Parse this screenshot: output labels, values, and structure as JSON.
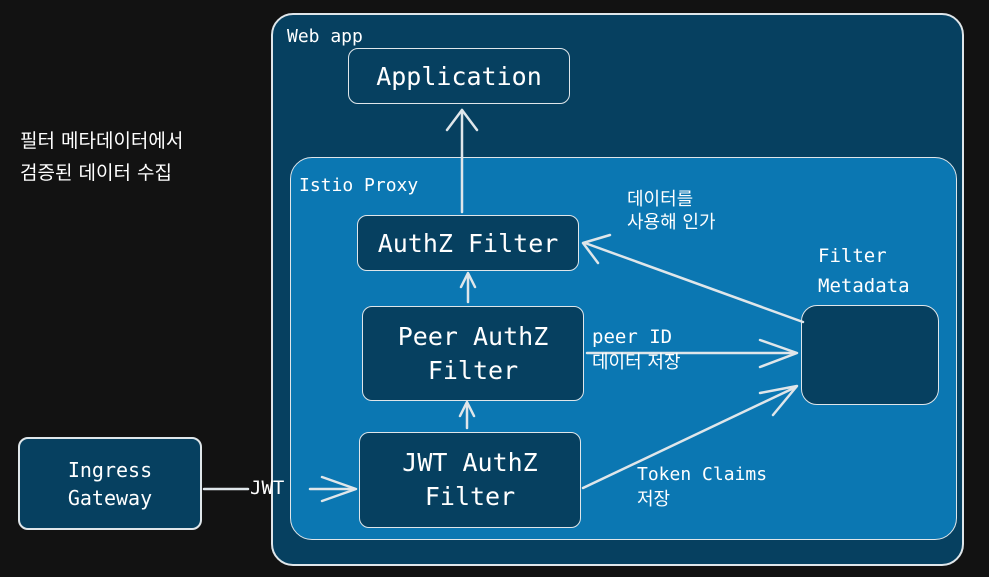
{
  "side_note": [
    "필터 메타데이터에서",
    "검증된 데이터 수집"
  ],
  "groups": {
    "web_app": "Web app",
    "istio_proxy": "Istio Proxy"
  },
  "nodes": {
    "application": "Application",
    "authz_filter": "AuthZ Filter",
    "peer_authz_filter": [
      "Peer AuthZ",
      "Filter"
    ],
    "jwt_authz_filter": [
      "JWT AuthZ",
      "Filter"
    ],
    "ingress_gateway": [
      "Ingress",
      "Gateway"
    ],
    "filter_metadata": [
      "Filter",
      "Metadata"
    ]
  },
  "edge_labels": {
    "jwt": "JWT",
    "peer_id": [
      "peer ID",
      "데이터 저장"
    ],
    "token_claims": [
      "Token Claims",
      "저장"
    ],
    "use_data": [
      "데이터를",
      "사용해 인가"
    ]
  }
}
